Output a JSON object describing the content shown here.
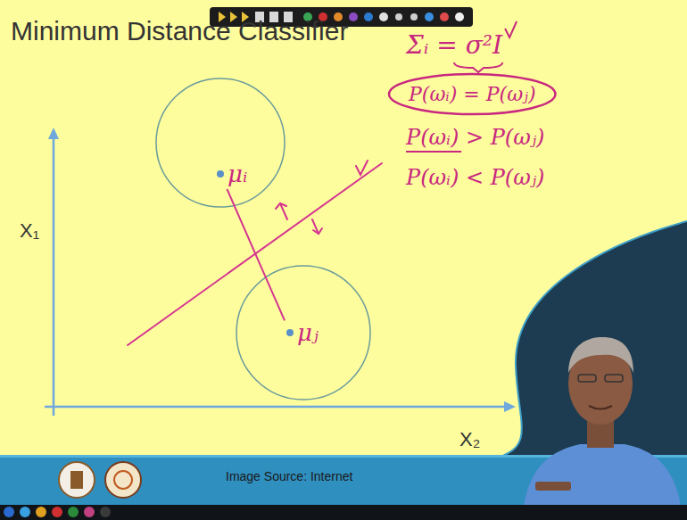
{
  "diagram": {
    "title": "Minimum Distance Classifier",
    "nodes": [
      {
        "text": [
          "μᵢ"
        ]
      },
      {
        "text": [
          "μⱼ"
        ]
      }
    ],
    "edges": [
      {
        "from": 0,
        "to": 1,
        "arrow": "none"
      }
    ],
    "labels": [
      "X₁",
      "X₂",
      "Σᵢ = σ²I",
      "P(ωᵢ) = P(ωⱼ)",
      "P(ωᵢ) > P(ωⱼ)",
      "P(ωᵢ) < P(ωⱼ)",
      "Image Source: Internet"
    ]
  }
}
